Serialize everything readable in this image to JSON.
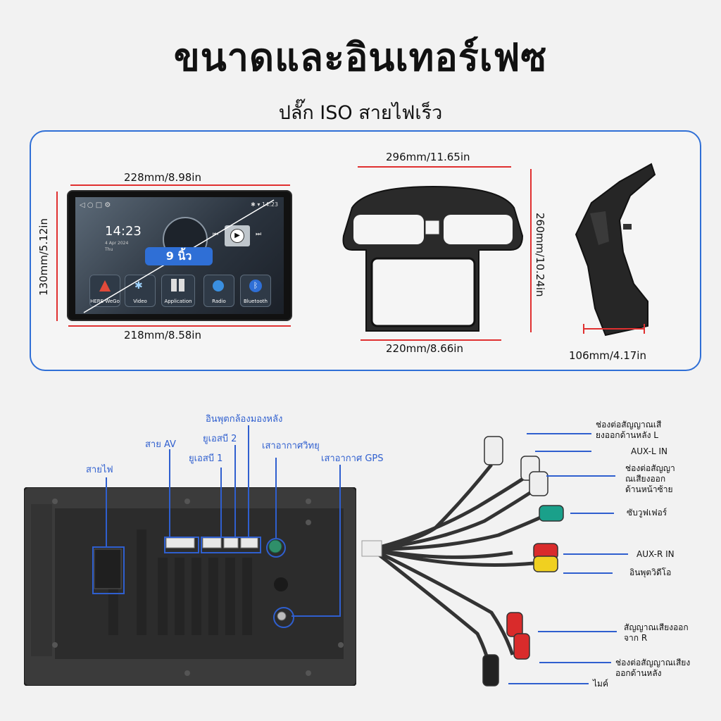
{
  "title": "ขนาดและอินเทอร์เฟซ",
  "subtitle": "ปลั๊ก ISO สายไฟเร็ว",
  "dimensions": {
    "screen_width_top": "228mm/8.98in",
    "screen_height_left": "130mm/5.12in",
    "screen_width_bottom": "218mm/8.58in",
    "frame_width_top": "296mm/11.65in",
    "frame_height_right": "260mm/10.24in",
    "frame_width_bottom": "220mm/8.66in",
    "depth_bottom": "106mm/4.17in"
  },
  "screen_ui": {
    "time": "14:23",
    "date": "4 Apr 2024",
    "weekday": "Thu",
    "size_badge": "9 นิ้ว",
    "apps": [
      "HERE WeGo",
      "Video",
      "Application",
      "Radio",
      "Bluetooth"
    ]
  },
  "back_labels": {
    "power": "สายไฟ",
    "av": "สาย AV",
    "usb1": "ยูเอสบี 1",
    "usb2": "ยูเอสบี 2",
    "rear_cam": "อินพุตกล้องมองหลัง",
    "radio_ant": "เสาอากาศวิทยุ",
    "gps_ant": "เสาอากาศ GPS"
  },
  "cable_labels": {
    "rear_out_l": "ช่องต่อสัญญาณเสี\nยงออกด้านหลัง L",
    "aux_l": "AUX-L IN",
    "front_left_out": "ช่องต่อสัญญา\nณเสียงออก\nด้านหน้าซ้าย",
    "subwoofer": "ซับวูฟเฟอร์",
    "aux_r": "AUX-R IN",
    "video_in": "อินพุตวิดีโอ",
    "out_r": "สัญญาณเสียงออก\nจาก R",
    "rear_out": "ช่องต่อสัญญาณเสียง\nออกด้านหลัง",
    "mic": "ไมค์"
  },
  "colors": {
    "accent_blue": "#2f5fcf",
    "dim_red": "#e03030"
  }
}
